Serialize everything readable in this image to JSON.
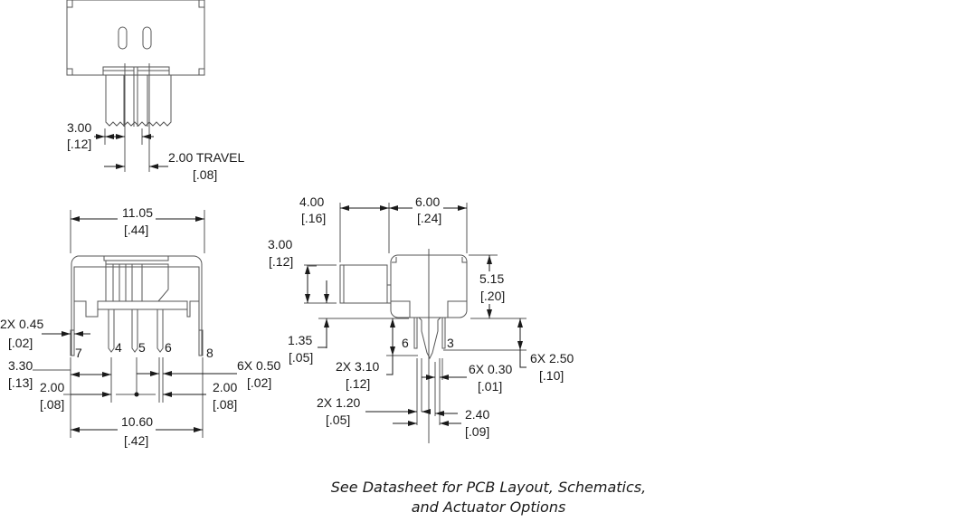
{
  "drawing": {
    "line_color": "#555555",
    "text_color": "#1a1a1a",
    "top_view": {
      "dims": {
        "actuator_width": {
          "mm": "3.00",
          "in": "[.12]"
        },
        "travel": {
          "mm": "2.00 TRAVEL",
          "in": "[.08]"
        }
      }
    },
    "front_view": {
      "dims": {
        "overall_width": {
          "mm": "11.05",
          "in": "[.44]"
        },
        "mount_pin_width": {
          "mm": "2X 0.45",
          "in": "[.02]"
        },
        "pin_offset": {
          "mm": "3.30",
          "in": "[.13]"
        },
        "pitch_left": {
          "mm": "2.00",
          "in": "[.08]"
        },
        "pitch_right": {
          "mm": "2.00",
          "in": "[.08]"
        },
        "pin_width": {
          "mm": "6X 0.50",
          "in": "[.02]"
        },
        "mount_span": {
          "mm": "10.60",
          "in": "[.42]"
        }
      },
      "pins": [
        "7",
        "4",
        "5",
        "6",
        "8"
      ]
    },
    "side_view": {
      "dims": {
        "actuator_length": {
          "mm": "4.00",
          "in": "[.16]"
        },
        "body_depth": {
          "mm": "6.00",
          "in": "[.24]"
        },
        "actuator_height": {
          "mm": "3.00",
          "in": "[.12]"
        },
        "body_height": {
          "mm": "5.15",
          "in": "[.20]"
        },
        "standoff": {
          "mm": "1.35",
          "in": "[.05]"
        },
        "mount_pin_length": {
          "mm": "2X 3.10",
          "in": "[.12]"
        },
        "pin_thickness": {
          "mm": "6X 0.30",
          "in": "[.01]"
        },
        "pin_length": {
          "mm": "6X 2.50",
          "in": "[.10]"
        },
        "mount_pin_width": {
          "mm": "2X 1.20",
          "in": "[.05]"
        },
        "row_spacing": {
          "mm": "2.40",
          "in": "[.09]"
        }
      },
      "pins": [
        "6",
        "3"
      ]
    }
  },
  "footer_note": {
    "line1": "See Datasheet for PCB Layout, Schematics,",
    "line2": "and Actuator Options"
  }
}
